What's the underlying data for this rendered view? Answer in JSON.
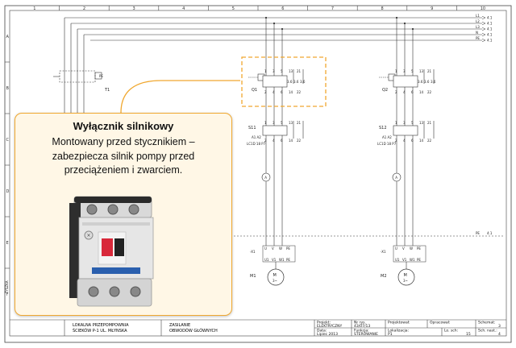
{
  "callout": {
    "title": "Wyłącznik silnikowy",
    "body": "Montowany przed stycznikiem – zabezpiecza silnik pompy przed przeciążeniem i zwarciem."
  },
  "grid": {
    "columns": [
      "1",
      "2",
      "3",
      "4",
      "5",
      "6",
      "7",
      "8",
      "9",
      "10"
    ],
    "rows": [
      "A",
      "B",
      "C",
      "D",
      "E",
      "F"
    ]
  },
  "buses": [
    "L1",
    "L2",
    "L3",
    "N",
    "PE"
  ],
  "bus_refs": [
    "4.1",
    "4.1",
    "4.1",
    "4.1",
    "4.1"
  ],
  "circuits": [
    {
      "breaker": "Q1",
      "switch": "S11",
      "switch_type": "LC1D 18 P7",
      "motor": "M1",
      "terminal": "-X1",
      "b_top": [
        "1",
        "3",
        "5",
        "13",
        "21"
      ],
      "b_bot": [
        "2",
        "4",
        "6",
        "14",
        "22"
      ],
      "s_top": [
        "1",
        "3",
        "5",
        "13",
        "21"
      ],
      "s_bot": [
        "2",
        "4",
        "6",
        "14",
        "22"
      ],
      "t_top": [
        "U",
        "V",
        "W",
        "PE"
      ],
      "t_bot": [
        "U1",
        "V1",
        "W1",
        "PE"
      ],
      "labels": [
        "3.6",
        "3.6",
        "3.6"
      ],
      "coil": "A1 A2",
      "meter": "A",
      "motor_sym": "3~"
    },
    {
      "breaker": "Q2",
      "switch": "S12",
      "switch_type": "LC1D 18 P7",
      "motor": "M2",
      "terminal": "-X1",
      "b_top": [
        "1",
        "3",
        "5",
        "13",
        "21"
      ],
      "b_bot": [
        "2",
        "4",
        "6",
        "14",
        "22"
      ],
      "s_top": [
        "1",
        "3",
        "5",
        "13",
        "21"
      ],
      "s_bot": [
        "2",
        "4",
        "6",
        "14",
        "22"
      ],
      "t_top": [
        "U",
        "V",
        "W",
        "PE"
      ],
      "t_bot": [
        "U1",
        "V1",
        "W1",
        "PE"
      ],
      "labels": [
        "3.6",
        "3.6",
        "3.6"
      ],
      "coil": "A1 A2",
      "meter": "A",
      "motor_sym": "3~"
    }
  ],
  "left_device": {
    "label": "T1",
    "extra": "PE"
  },
  "pe_line": {
    "label": "PE",
    "ref": "4.1"
  },
  "side_label": "TYSZKA",
  "title_block": {
    "project_name": "LOKALNA PRZEPOMPOWNIA\nŚCIEKÓW  P-1  UL. MŁYNSKA",
    "drawing_title": "ZASILANIE\nOBWODÓW GŁÓWNYCH",
    "projekt_label": "Projekt:",
    "projekt_value": "ELEKTRYCZNY",
    "nr_label": "Nr rys.",
    "nr_value": "43/07/13",
    "projektowal_label": "Projektował:",
    "opracowal_label": "Opracował:",
    "schemat_label": "Schemat:",
    "schemat_value": "3",
    "data_label": "Data:",
    "data_value": "Lipiec 2013",
    "funkcja_label": "Funkcja:",
    "funkcja_value": "STEROWANIE",
    "lokalizacja_label": "Lokalizacja:",
    "lokalizacja_value": "P1",
    "lo_sch_label": "Lo. sch:",
    "lo_sch_value": "15",
    "nastepny_label": "Sch. nast.:",
    "nastepny_value": "4"
  },
  "colors": {
    "accent": "#f0a830",
    "callout_bg": "#fff7e6",
    "line": "#333333"
  }
}
